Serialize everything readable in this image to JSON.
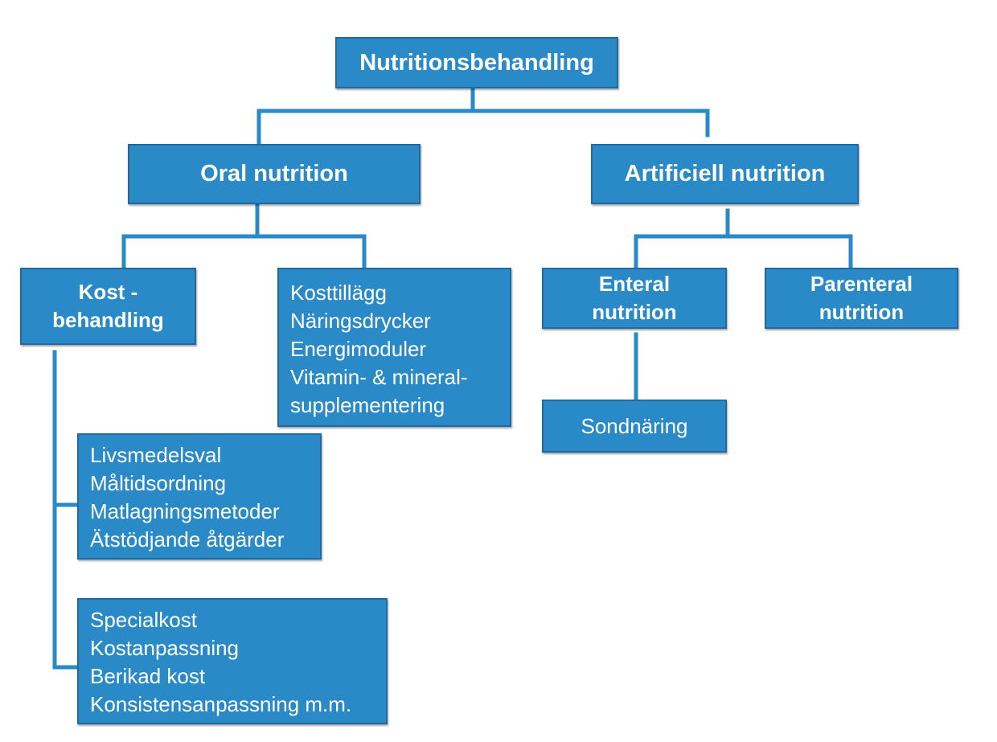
{
  "diagram": {
    "root": {
      "label": "Nutritionsbehandling"
    },
    "oral": {
      "label": "Oral nutrition",
      "kost": {
        "line1": "Kost -",
        "line2": "behandling"
      },
      "supplements": {
        "items": [
          "Kosttillägg",
          "Näringsdrycker",
          "Energimoduler",
          "Vitamin- & mineral-",
          "supplementering"
        ]
      },
      "food_choices": {
        "items": [
          "Livsmedelsval",
          "Måltidsordning",
          "Matlagningsmetoder",
          "Ätstödjande åtgärder"
        ]
      },
      "special_diets": {
        "items": [
          "Specialkost",
          "Kostanpassning",
          "Berikad kost",
          "Konsistensanpassning m.m."
        ]
      }
    },
    "artificial": {
      "label": "Artificiell nutrition",
      "enteral": {
        "line1": "Enteral",
        "line2": "nutrition"
      },
      "parenteral": {
        "line1": "Parenteral",
        "line2": "nutrition"
      },
      "tube": {
        "label": "Sondnäring"
      }
    },
    "colors": {
      "box_fill": "#2a8ac7",
      "box_border": "#1f6aa0",
      "connector": "#2a8ac7",
      "text": "#ffffff"
    }
  }
}
